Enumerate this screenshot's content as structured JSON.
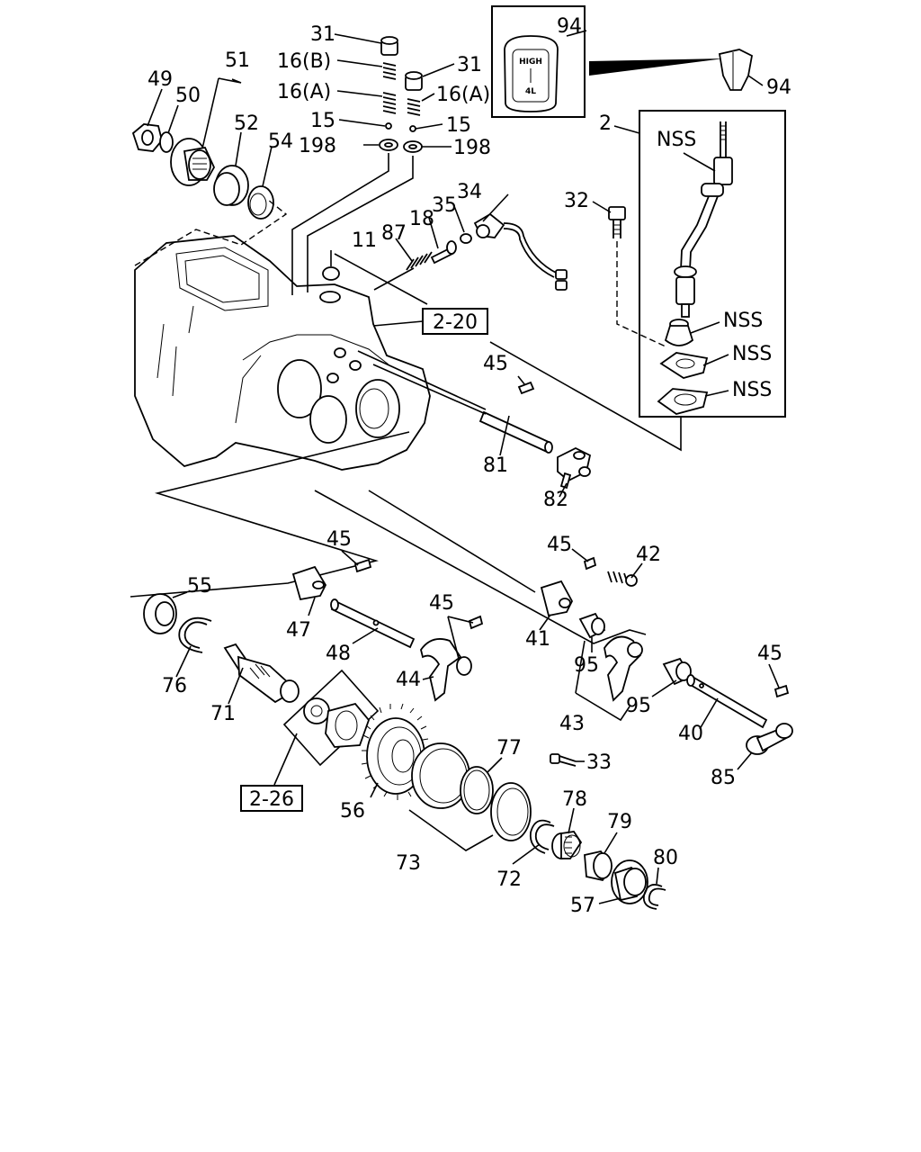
{
  "callouts": [
    {
      "id": "c31a",
      "text": "31"
    },
    {
      "id": "c16b",
      "text": "16(B)"
    },
    {
      "id": "c16a1",
      "text": "16(A)"
    },
    {
      "id": "c15a",
      "text": "15"
    },
    {
      "id": "c198a",
      "text": "198"
    },
    {
      "id": "c31b",
      "text": "31"
    },
    {
      "id": "c16a2",
      "text": "16(A)"
    },
    {
      "id": "c15b",
      "text": "15"
    },
    {
      "id": "c198b",
      "text": "198"
    },
    {
      "id": "c49",
      "text": "49"
    },
    {
      "id": "c50",
      "text": "50"
    },
    {
      "id": "c51",
      "text": "51"
    },
    {
      "id": "c52",
      "text": "52"
    },
    {
      "id": "c54",
      "text": "54"
    },
    {
      "id": "c11",
      "text": "11"
    },
    {
      "id": "c87",
      "text": "87"
    },
    {
      "id": "c18",
      "text": "18"
    },
    {
      "id": "c35",
      "text": "35"
    },
    {
      "id": "c34",
      "text": "34"
    },
    {
      "id": "c94a",
      "text": "94"
    },
    {
      "id": "c94b",
      "text": "94"
    },
    {
      "id": "c2",
      "text": "2"
    },
    {
      "id": "cnss1",
      "text": "NSS"
    },
    {
      "id": "cnss2",
      "text": "NSS"
    },
    {
      "id": "cnss3",
      "text": "NSS"
    },
    {
      "id": "cnss4",
      "text": "NSS"
    },
    {
      "id": "c32",
      "text": "32"
    },
    {
      "id": "c45a",
      "text": "45"
    },
    {
      "id": "c81",
      "text": "81"
    },
    {
      "id": "c82",
      "text": "82"
    },
    {
      "id": "c45b",
      "text": "45"
    },
    {
      "id": "c55",
      "text": "55"
    },
    {
      "id": "c47",
      "text": "47"
    },
    {
      "id": "c76",
      "text": "76"
    },
    {
      "id": "c48",
      "text": "48"
    },
    {
      "id": "c45c",
      "text": "45"
    },
    {
      "id": "c44",
      "text": "44"
    },
    {
      "id": "c71",
      "text": "71"
    },
    {
      "id": "c45d",
      "text": "45"
    },
    {
      "id": "c42",
      "text": "42"
    },
    {
      "id": "c41",
      "text": "41"
    },
    {
      "id": "c95a",
      "text": "95"
    },
    {
      "id": "c95b",
      "text": "95"
    },
    {
      "id": "c43",
      "text": "43"
    },
    {
      "id": "c45e",
      "text": "45"
    },
    {
      "id": "c40",
      "text": "40"
    },
    {
      "id": "c85",
      "text": "85"
    },
    {
      "id": "c33",
      "text": "33"
    },
    {
      "id": "c77",
      "text": "77"
    },
    {
      "id": "c56",
      "text": "56"
    },
    {
      "id": "c73",
      "text": "73"
    },
    {
      "id": "c78",
      "text": "78"
    },
    {
      "id": "c79",
      "text": "79"
    },
    {
      "id": "c72",
      "text": "72"
    },
    {
      "id": "c80",
      "text": "80"
    },
    {
      "id": "c57",
      "text": "57"
    }
  ],
  "references": [
    {
      "id": "ref220",
      "text": "2-20"
    },
    {
      "id": "ref226",
      "text": "2-26"
    }
  ],
  "knob_detail": {
    "high": "HIGH",
    "low": "4L"
  }
}
